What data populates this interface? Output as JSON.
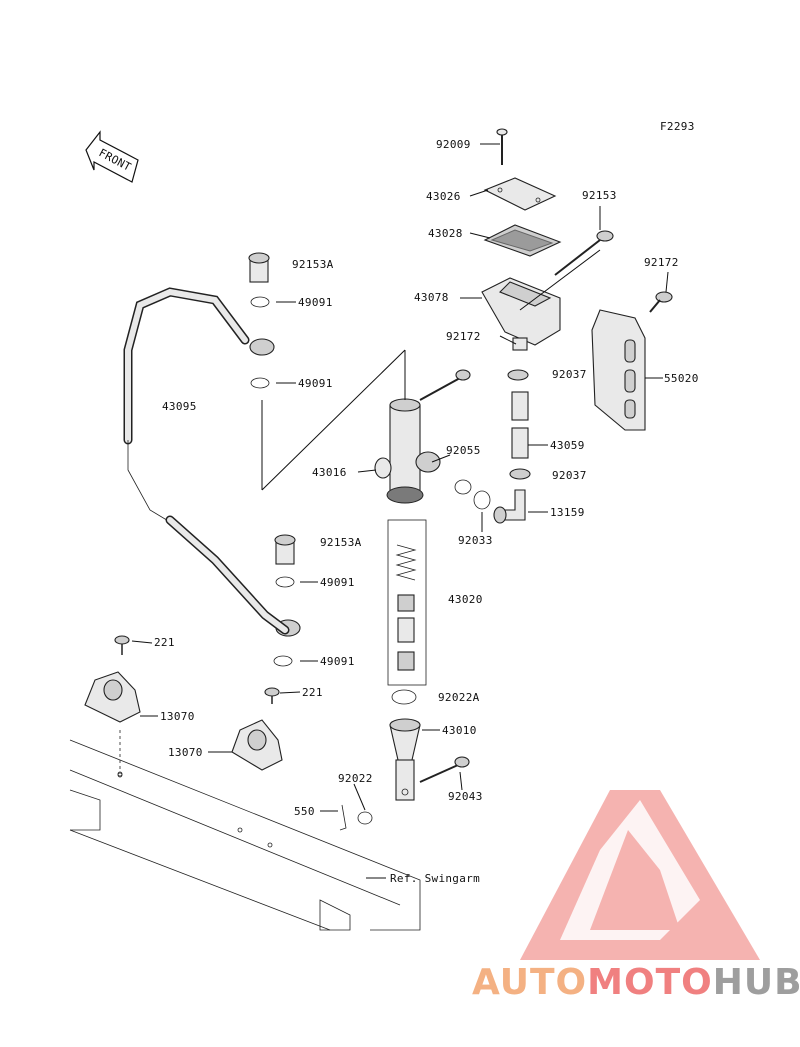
{
  "figure_code": "F2293",
  "front_marker": "FRONT",
  "ref_note": "Ref. Swingarm",
  "parts": {
    "p92009": "92009",
    "p43026": "43026",
    "p43028": "43028",
    "p92153": "92153",
    "p92172a": "92172",
    "p92172b": "92172",
    "p43078": "43078",
    "p92153A_1": "92153A",
    "p49091_1": "49091",
    "p49091_2": "49091",
    "p43095": "43095",
    "p92037_1": "92037",
    "p55020": "55020",
    "p92055": "92055",
    "p43059": "43059",
    "p43016": "43016",
    "p92037_2": "92037",
    "p13159": "13159",
    "p92033": "92033",
    "p92153A_2": "92153A",
    "p49091_3": "49091",
    "p43020": "43020",
    "p221_1": "221",
    "p49091_4": "49091",
    "p221_2": "221",
    "p92022A": "92022A",
    "p13070_1": "13070",
    "p43010": "43010",
    "p13070_2": "13070",
    "p92022": "92022",
    "p92043": "92043",
    "p550": "550"
  },
  "logo": {
    "part1": "AUTO",
    "part2": "MOTO",
    "part3": "HUB",
    "color1": "#f4b183",
    "color2": "#f08080",
    "color3": "#9e9e9e"
  }
}
